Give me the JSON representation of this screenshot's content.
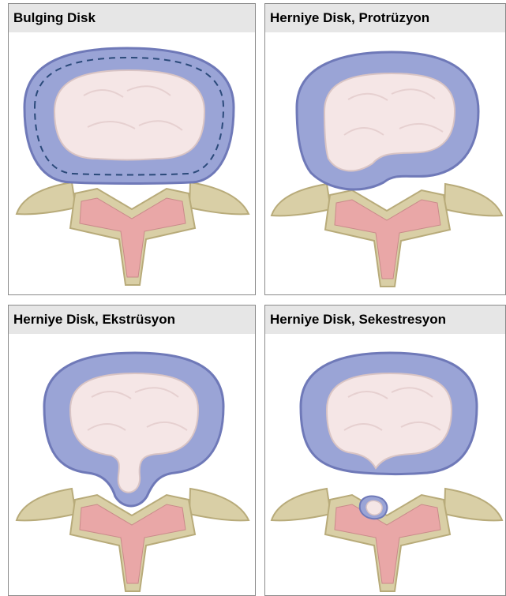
{
  "panels": [
    {
      "title": "Bulging Disk",
      "stage": "bulging"
    },
    {
      "title": "Herniye Disk, Protrüzyon",
      "stage": "protrusion"
    },
    {
      "title": "Herniye Disk, Ekstrüsyon",
      "stage": "extrusion"
    },
    {
      "title": "Herniye Disk, Sekestresyon",
      "stage": "sequestration"
    }
  ],
  "colors": {
    "annulus": "#9aa4d6",
    "annulus_dark": "#6f79b8",
    "nucleus": "#f5e6e6",
    "bone": "#d9cfa6",
    "bone_dark": "#b8ab7a",
    "marrow": "#e9a7a7",
    "dash": "#2b4a7a"
  }
}
